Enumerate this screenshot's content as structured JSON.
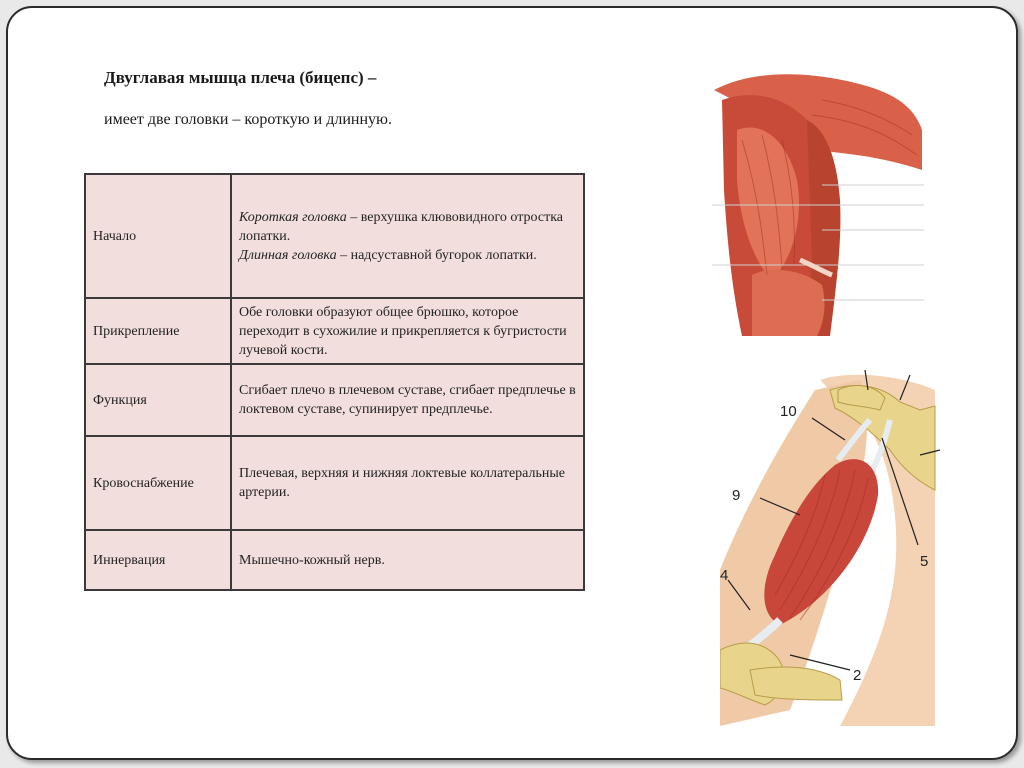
{
  "title": "Двуглавая мышца плеча (бицепс) –",
  "subtitle": "имеет две головки – короткую и длинную.",
  "table": {
    "rows": [
      {
        "label": "Начало",
        "short_head_name": "Короткая головка",
        "short_head_text": " – верхушка клювовидного отростка лопатки.",
        "long_head_name": "Длинная головка",
        "long_head_text": " – надсуставной  бугорок лопатки."
      },
      {
        "label": "Прикрепление",
        "value": "Обе головки образуют  общее брюшко, которое переходит в сухожилие и прикрепляется к бугристости лучевой кости."
      },
      {
        "label": "Функция",
        "value": "Сгибает плечо в плечевом суставе, сгибает предплечье в локтевом суставе, супинирует предплечье."
      },
      {
        "label": "Кровоснабжение",
        "value": "Плечевая, верхняя и нижняя локтевые коллатеральные артерии."
      },
      {
        "label": "Иннервация",
        "value": "Мышечно-кожный нерв."
      }
    ]
  },
  "diagram_labels": {
    "l10": "10",
    "l9": "9",
    "l5": "5",
    "l4": "4",
    "l2": "2"
  },
  "colors": {
    "table_bg": "#f2dfdd",
    "muscle": "#c9463a",
    "bone": "#e8d48a"
  }
}
